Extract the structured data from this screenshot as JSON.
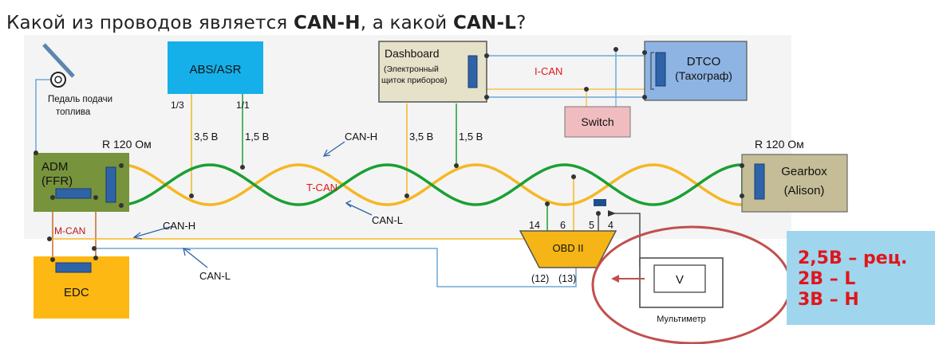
{
  "question": {
    "prefix": "Какой из проводов является ",
    "high": "CAN-H",
    "middle": ", а какой ",
    "low": "CAN-L",
    "suffix": "?"
  },
  "blocks": {
    "abs": "ABS/ASR",
    "dashboard_title": "Dashboard",
    "dashboard_sub1": "(Электронный",
    "dashboard_sub2": "щиток приборов)",
    "dtco_title": "DTCO",
    "dtco_sub": "(Тахограф)",
    "switch": "Switch",
    "adm_line1": "ADM",
    "adm_line2": "(FFR)",
    "gearbox_line1": "Gearbox",
    "gearbox_line2": "(Alison)",
    "edc": "EDC",
    "obd": "OBD II",
    "voltmeter": "V",
    "multimeter": "Мультиметр"
  },
  "labels": {
    "pedal1": "Педаль подачи",
    "pedal2": "топлива",
    "r_left": "R 120 Ом",
    "r_right": "R 120 Ом",
    "abs_pin_left": "1/3",
    "abs_pin_right": "1/1",
    "abs_v_left": "3,5 В",
    "abs_v_right": "1,5 В",
    "dash_v_left": "3,5 В",
    "dash_v_right": "1,5 В",
    "can_h_top": "CAN-H",
    "can_l_mid": "CAN-L",
    "t_can": "T-CAN",
    "i_can": "I-CAN",
    "m_can": "M-CAN",
    "can_h_left": "CAN-H",
    "can_l_left": "CAN-L",
    "pin14": "14",
    "pin6": "6",
    "pin5": "5",
    "pin4": "4",
    "pin12": "(12)",
    "pin13": "(13)"
  },
  "answer": {
    "line1": "2,5В – рец.",
    "line2": "2В – L",
    "line3": "3В – Н"
  },
  "colors": {
    "can_h_wire": "#f5b724",
    "can_l_wire": "#1aa033",
    "i_can_wire": "#6aa9d8",
    "m_can_wire": "#c56b2a",
    "abs_block": "#15b0ea",
    "dashboard_block": "#e6e1c9",
    "dtco_block": "#8eb4e3",
    "switch_block": "#f0bcc0",
    "adm_block": "#77933c",
    "gearbox_block": "#c4bd97",
    "edc_block": "#fdb813",
    "obd_block": "#f6b516",
    "highlight_ellipse": "#c0504d",
    "answer_text": "#e0161b",
    "answer_bg": "#9fd6ee"
  }
}
